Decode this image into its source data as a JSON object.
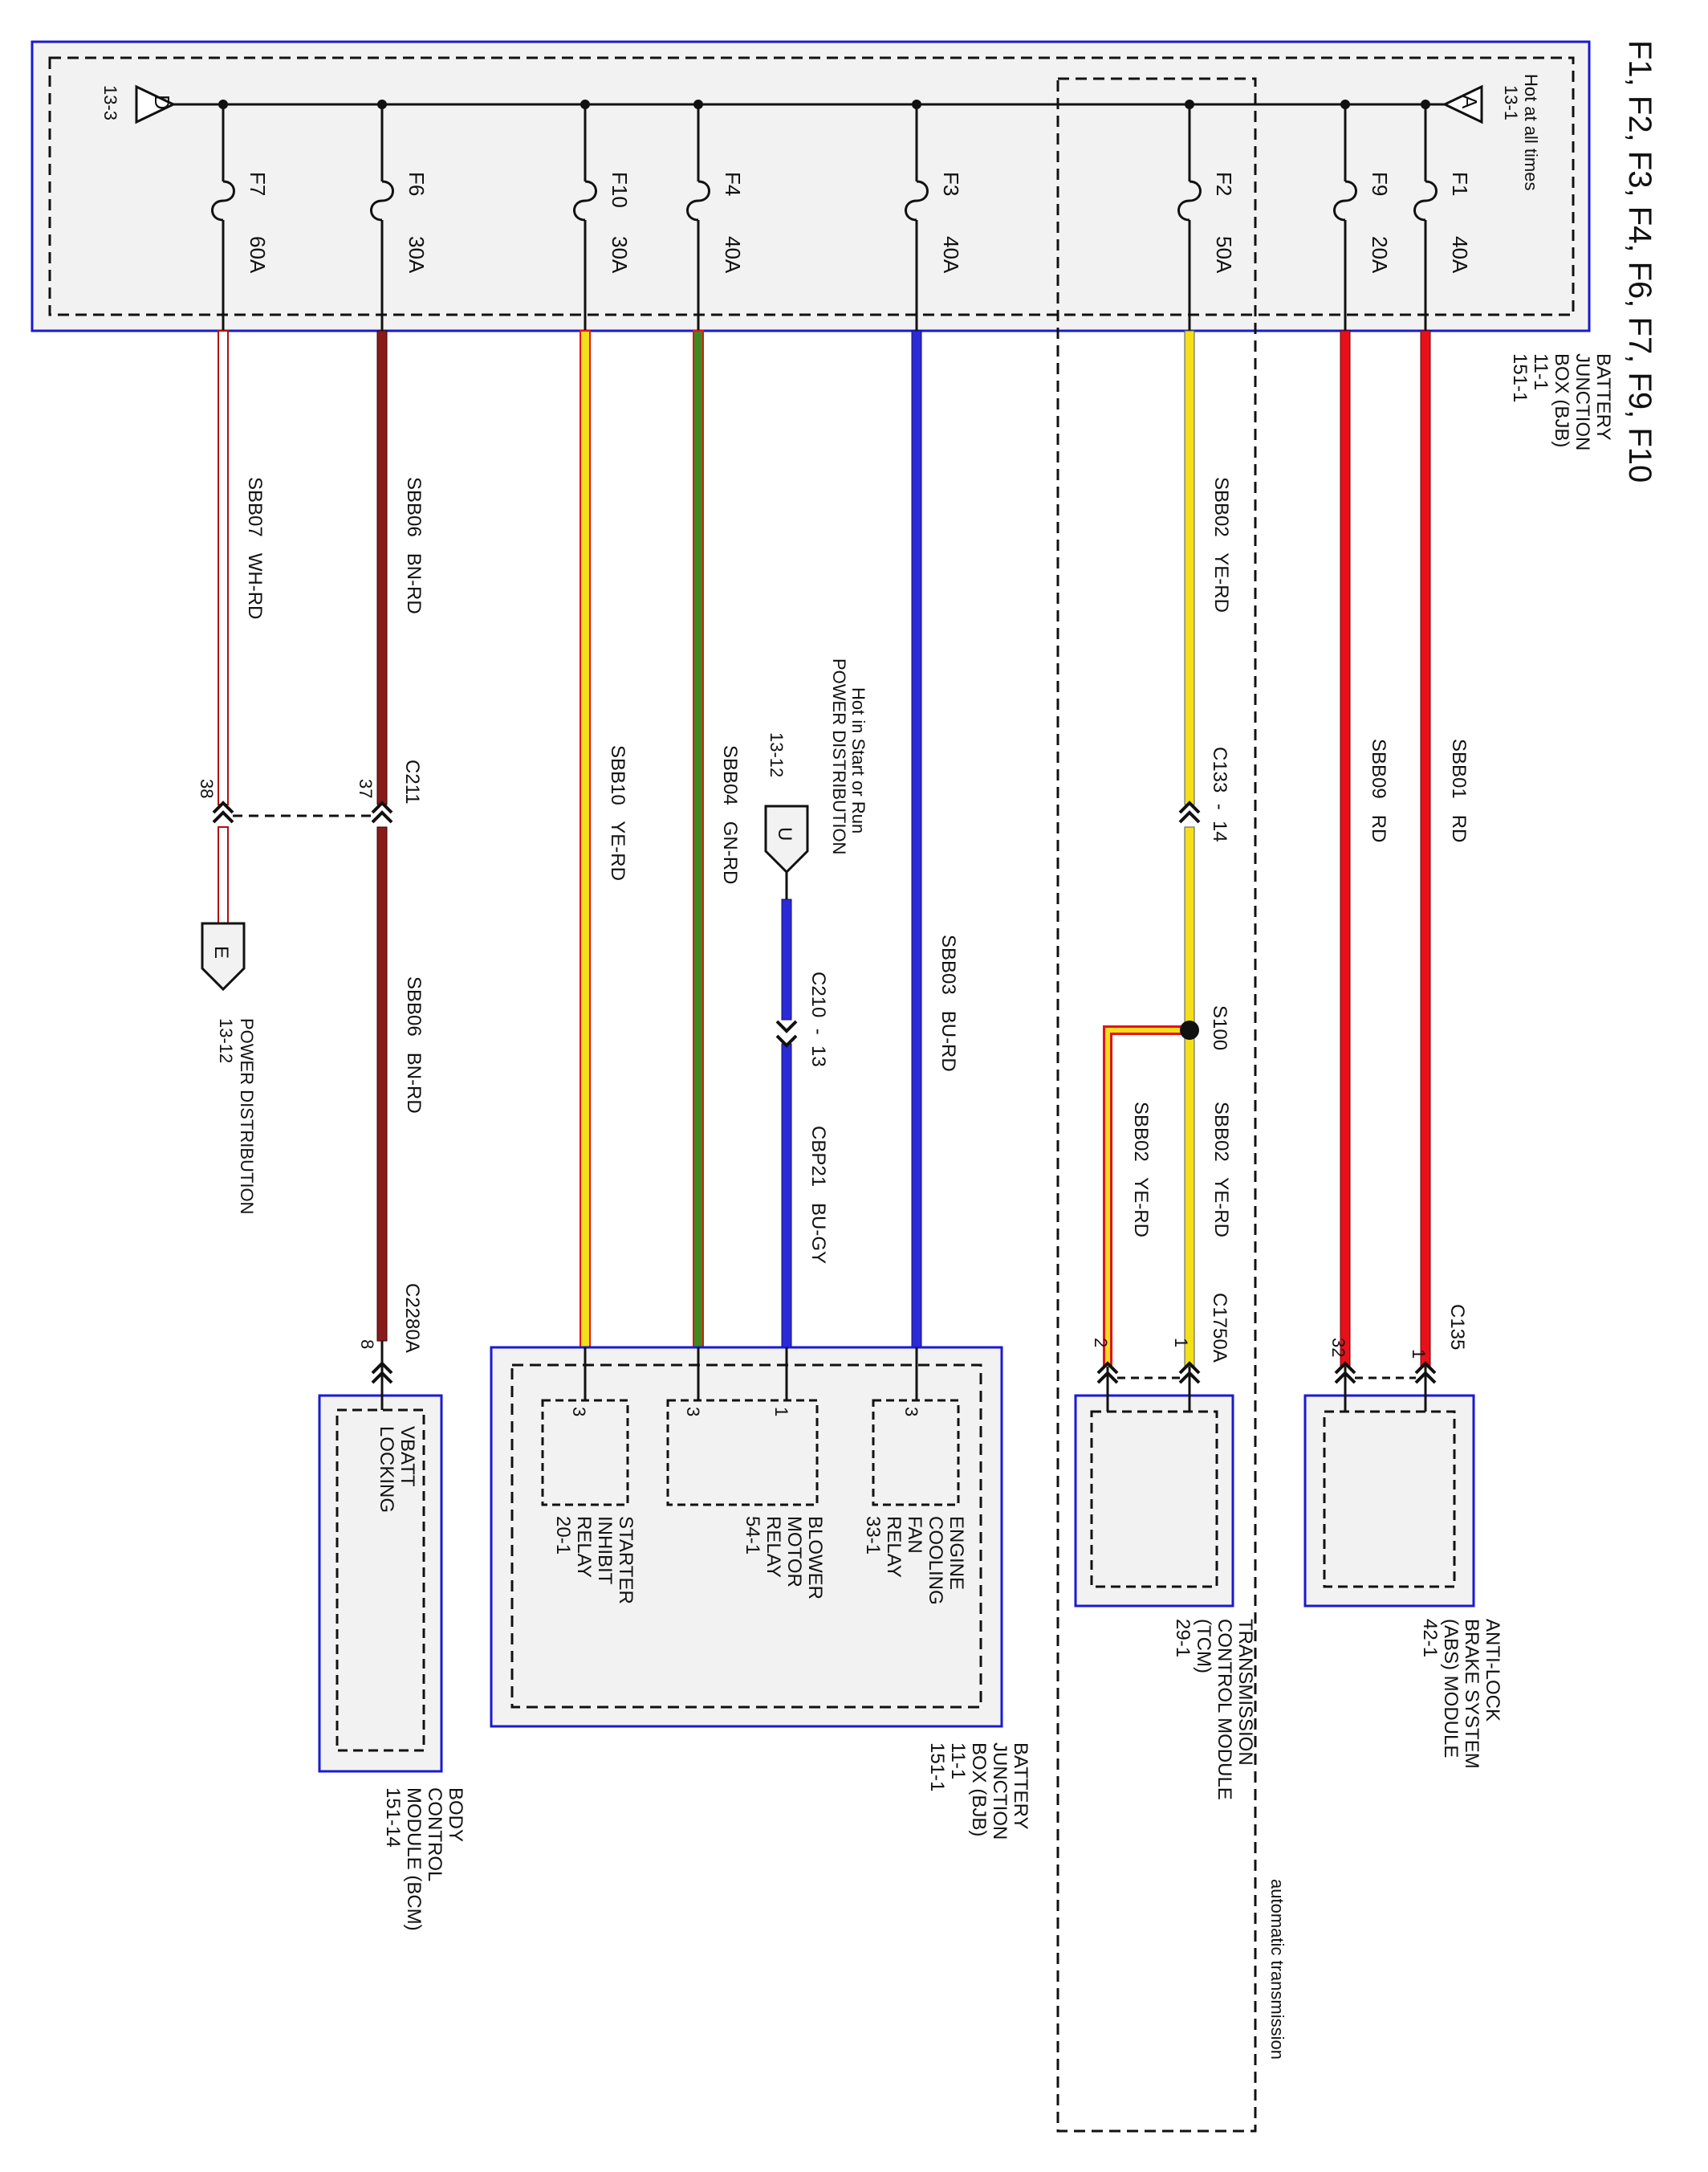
{
  "title": "F1, F2, F3, F4, F6, F7, F9, F10",
  "bjb": {
    "name_lines": [
      "BATTERY",
      "JUNCTION",
      "BOX (BJB)",
      "11-1",
      "151-1"
    ],
    "hot_label": "Hot at all times",
    "in_connector": {
      "letter": "A",
      "ref": "13-1"
    },
    "out_connector": {
      "letter": "D",
      "ref": "13-3"
    }
  },
  "fuses": [
    {
      "name": "F1",
      "rating": "40A"
    },
    {
      "name": "F9",
      "rating": "20A"
    },
    {
      "name": "F2",
      "rating": "50A"
    },
    {
      "name": "F3",
      "rating": "40A"
    },
    {
      "name": "F4",
      "rating": "40A"
    },
    {
      "name": "F10",
      "rating": "30A"
    },
    {
      "name": "F6",
      "rating": "30A"
    },
    {
      "name": "F7",
      "rating": "60A"
    }
  ],
  "circuits": [
    {
      "label": "SBB01   RD",
      "color": "RD"
    },
    {
      "label": "SBB09   RD",
      "color": "RD"
    },
    {
      "label": "SBB02   YE-RD",
      "color": "YE-RD"
    },
    {
      "label": "SBB02   YE-RD",
      "color": "YE-RD"
    },
    {
      "label": "SBB02   YE-RD",
      "color": "YE-RD"
    },
    {
      "label": "SBB03   BU-RD",
      "color": "BU-RD"
    },
    {
      "label": "SBB04   GN-RD",
      "color": "GN-RD"
    },
    {
      "label": "SBB10   YE-RD",
      "color": "YE-RD"
    },
    {
      "label": "SBB06   BN-RD",
      "color": "BN-RD"
    },
    {
      "label": "SBB06   BN-RD",
      "color": "BN-RD"
    },
    {
      "label": "SBB07   WH-RD",
      "color": "WH-RD"
    },
    {
      "label": "CBP21   BU-GY",
      "color": "BU-GY"
    }
  ],
  "connectors": {
    "c133": "C133  -  14",
    "s100": "S100",
    "c1750a": "C1750A",
    "c1750a_pin1": "1",
    "c1750a_pin2": "2",
    "c135": "C135",
    "c135_pin1": "1",
    "c135_pin32": "32",
    "c210": "C210  -  13",
    "c211": "C211",
    "c211_pin37": "37",
    "c211_pin38": "38",
    "c2280a": "C2280A",
    "c2280a_pin8": "8"
  },
  "power_u": {
    "lines": [
      "Hot in Start or Run",
      "POWER DISTRIBUTION",
      "13-12"
    ],
    "letter": "U"
  },
  "power_e": {
    "letter": "E",
    "lines": [
      "POWER DISTRIBUTION",
      "13-12"
    ]
  },
  "auto_trans_label": "automatic transmission",
  "modules": {
    "abs": {
      "lines": [
        "ANTI-LOCK",
        "BRAKE SYSTEM",
        "(ABS) MODULE",
        "42-1"
      ]
    },
    "tcm": {
      "lines": [
        "TRANSMISSION",
        "CONTROL MODULE",
        "(TCM)",
        "29-1"
      ]
    },
    "bjb2": {
      "lines": [
        "BATTERY",
        "JUNCTION",
        "BOX (BJB)",
        "11-1",
        "151-1"
      ]
    },
    "bcm": {
      "lines": [
        "BODY",
        "CONTROL",
        "MODULE (BCM)",
        "151-14"
      ],
      "inner": [
        "VBATT",
        "LOCKING"
      ],
      "pin": "8"
    },
    "relays": [
      {
        "lines": [
          "ENGINE",
          "COOLING",
          "FAN",
          "RELAY",
          "33-1"
        ],
        "pin": "3"
      },
      {
        "lines": [
          "BLOWER",
          "MOTOR",
          "RELAY",
          "54-1"
        ],
        "pin_a": "1",
        "pin_b": "3"
      },
      {
        "lines": [
          "STARTER",
          "INHIBIT",
          "RELAY",
          "20-1"
        ],
        "pin": "3"
      }
    ]
  },
  "colors": {
    "RD": "#e8101a",
    "YE": "#f4e01a",
    "BU": "#2a2ad6",
    "GN": "#3e8a1e",
    "BN": "#8a1b1b",
    "WH": "#ffffff",
    "GY": "#8a8a8a",
    "outline_blue": "#1a1ad0",
    "panel_fill": "#f2f2f2"
  }
}
